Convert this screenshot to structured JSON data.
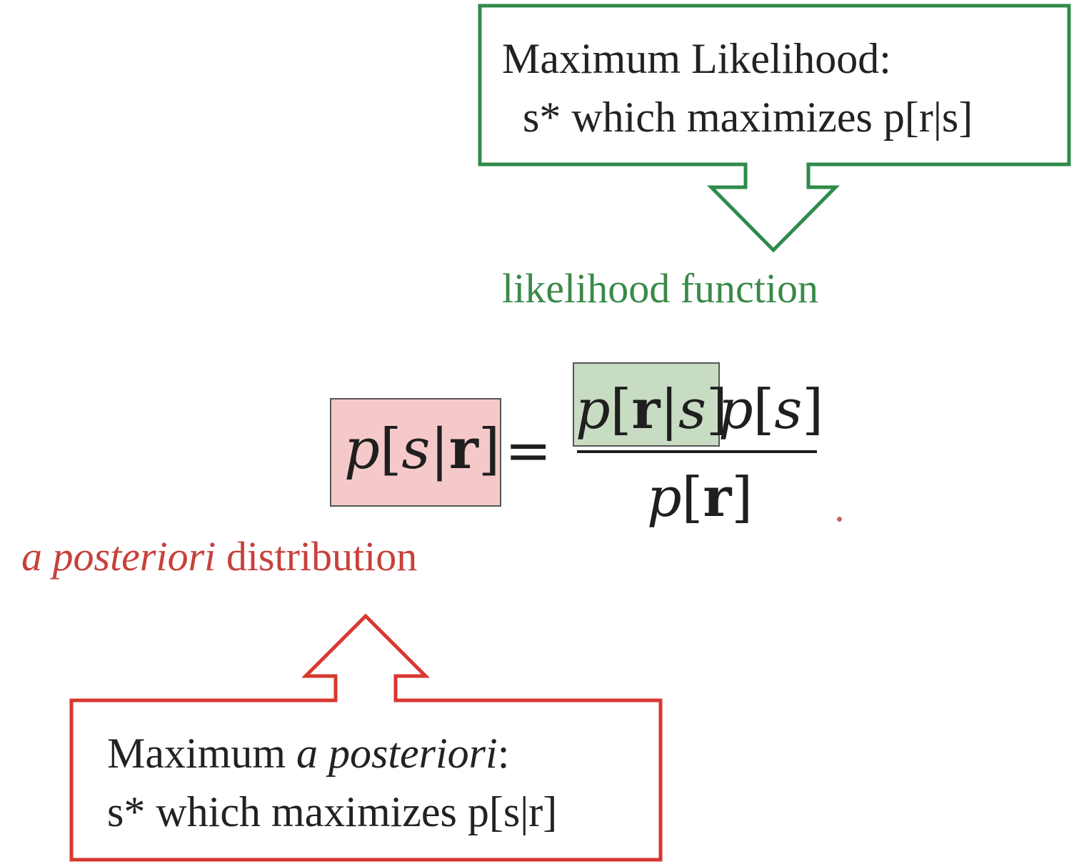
{
  "maximum_likelihood": {
    "line1": "Maximum Likelihood:",
    "line2": "s* which maximizes p[r|s]",
    "color": "#2e8b4a"
  },
  "likelihood_label": "likelihood function",
  "equation": {
    "lhs": {
      "p": "p",
      "open": "[",
      "s": "s",
      "bar": "|",
      "r": "r",
      "close": "]"
    },
    "equals": "=",
    "numerator_likelihood": {
      "p": "p",
      "open": "[",
      "r": "r",
      "bar": "|",
      "s": "s",
      "close": "]"
    },
    "numerator_prior": {
      "p": "p",
      "open": "[",
      "s": "s",
      "close": "]"
    },
    "denominator": {
      "p": "p",
      "open": "[",
      "r": "r",
      "close": "]"
    },
    "lhs_highlight_color": "#f5c9c9",
    "likelihood_highlight_color": "#c8dcc3"
  },
  "posterior_label": {
    "italic": "a posteriori",
    "rest": " distribution"
  },
  "maximum_a_posteriori": {
    "line1_prefix": "Maximum ",
    "line1_italic": "a posteriori",
    "line1_suffix": ":",
    "line2": "s* which maximizes p[s|r]",
    "color": "#d9382f"
  }
}
